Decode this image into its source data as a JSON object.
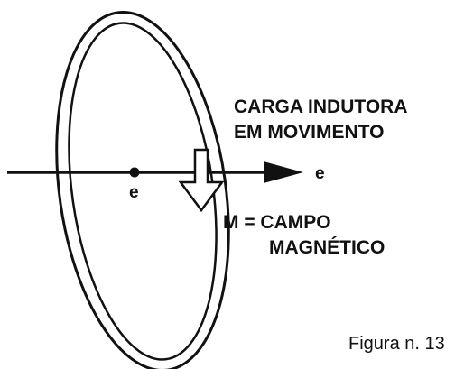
{
  "labels": {
    "moving_charge_line1": "CARGA INDUTORA",
    "moving_charge_line2": "EM MOVIMENTO",
    "charge_symbol_center": "e",
    "charge_symbol_arrow": "e",
    "field_line1": "M = CAMPO",
    "field_line2": "MAGNÉTICO",
    "caption": "Figura n. 13"
  },
  "colors": {
    "ink": "#111111",
    "background": "#ffffff"
  }
}
